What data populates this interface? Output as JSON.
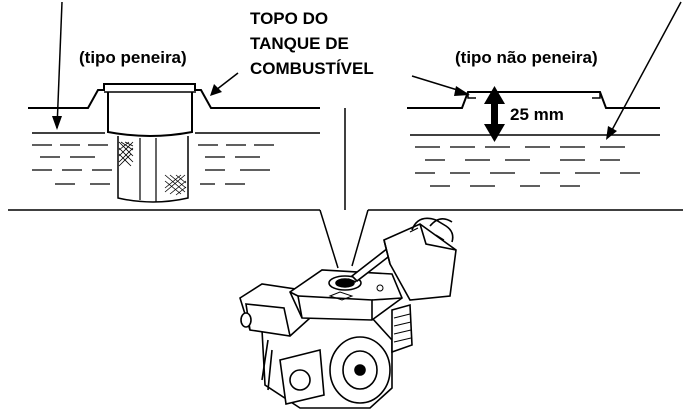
{
  "labels": {
    "strainer_type": "(tipo peneira)",
    "no_strainer_type": "(tipo não peneira)",
    "tank_top_line1": "TOPO DO",
    "tank_top_line2": "TANQUE DE",
    "tank_top_line3": "COMBUSTÍVEL",
    "max_level": "25 mm"
  },
  "icons": [
    "strainer-icon",
    "fuel-can-icon",
    "engine-icon",
    "double-arrow-icon"
  ],
  "colors": {
    "ink": "#000000",
    "background": "#ffffff"
  }
}
